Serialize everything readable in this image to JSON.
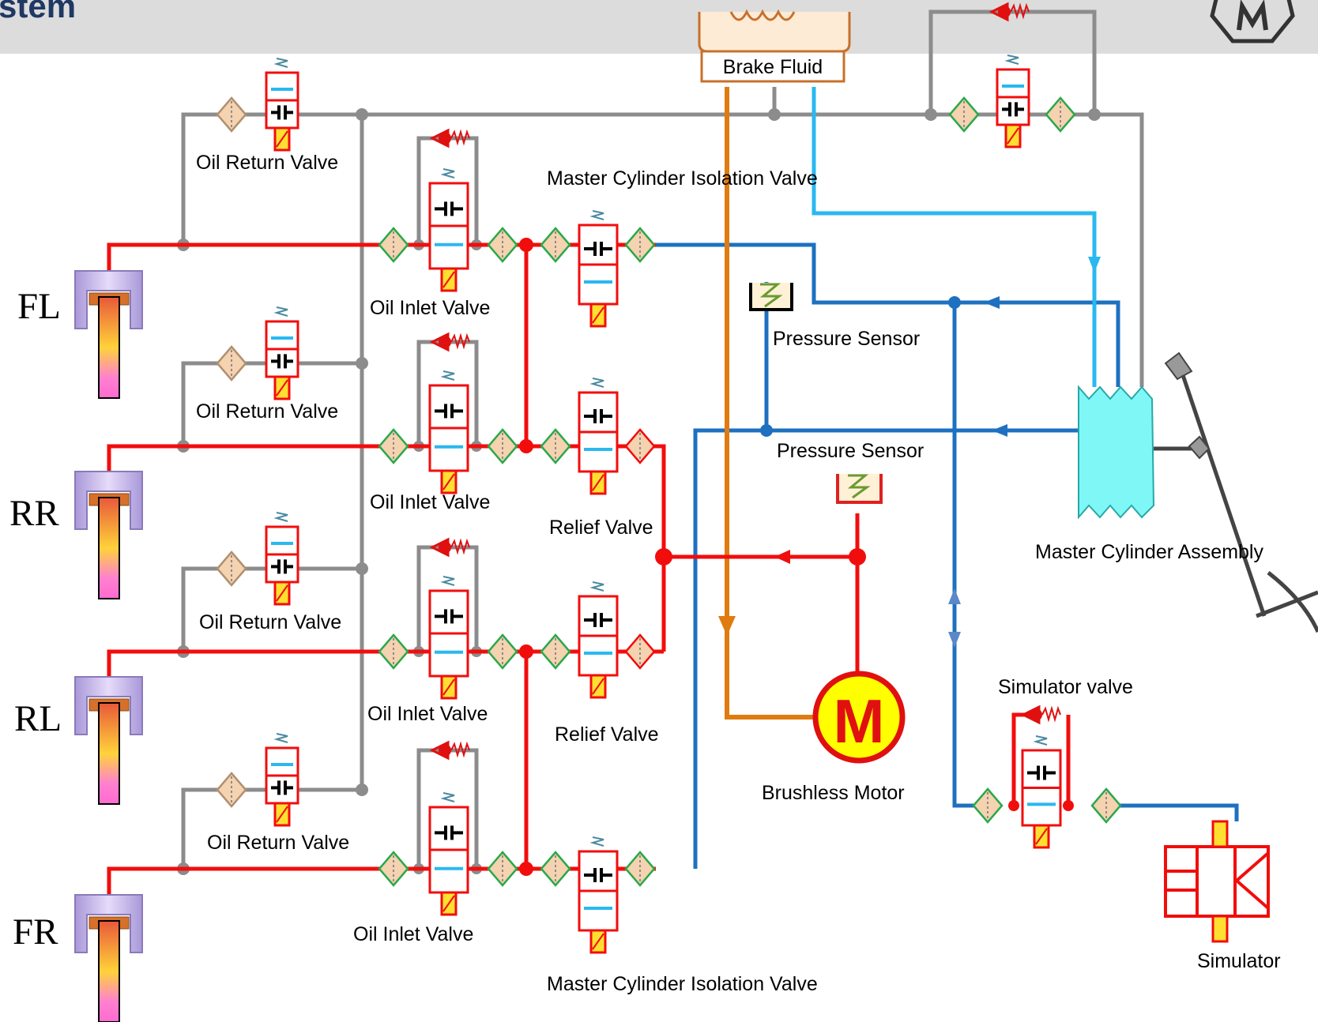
{
  "header": {
    "title": "stem"
  },
  "wheels": [
    "FL",
    "RR",
    "RL",
    "FR"
  ],
  "labels": {
    "brake_fluid": "Brake Fluid",
    "oil_return_valve": "Oil Return Valve",
    "oil_inlet_valve": "Oil Inlet Valve",
    "master_cylinder_isolation_valve": "Master Cylinder Isolation Valve",
    "pressure_sensor": "Pressure Sensor",
    "relief_valve": "Relief Valve",
    "master_cylinder_assembly": "Master Cylinder Assembly",
    "simulator_valve": "Simulator valve",
    "brushless_motor": "Brushless Motor",
    "motor_symbol": "M",
    "simulator": "Simulator"
  },
  "colors": {
    "high_pressure_line": "#f20d0d",
    "return_line": "#8c8c8c",
    "reservoir_line": "#e07b10",
    "master_line": "#1e70c0",
    "pedal_line": "#2ab8f0",
    "valve_body": "#f20d0d",
    "filter_green": "#2aa84a",
    "filter_fill": "#f5d2b0",
    "motor_fill": "#ffff00",
    "caliper": "#c8b8e8",
    "reservoir": "#c8702a",
    "master_cylinder": "#7ff7f7"
  }
}
